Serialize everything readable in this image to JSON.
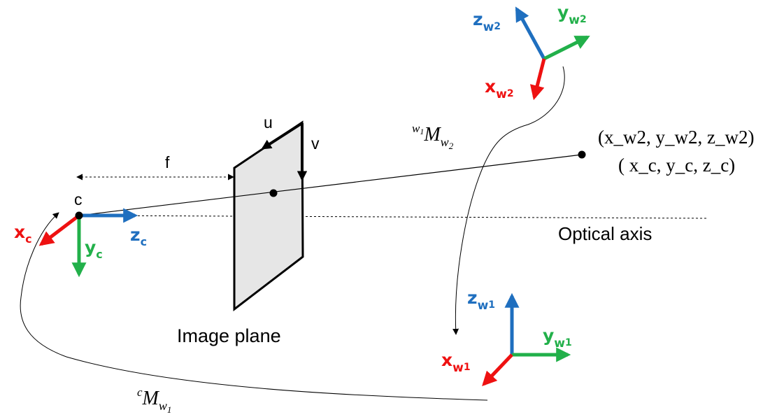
{
  "colors": {
    "x_axis": "#ee1111",
    "y_axis": "#22b04a",
    "z_axis": "#1f6fbf",
    "ink": "#000000",
    "plane_fill": "#e6e6e6"
  },
  "labels": {
    "camera_center": "c",
    "focal_length": "f",
    "image_u": "u",
    "image_v": "v",
    "image_plane": "Image plane",
    "optical_axis": "Optical axis",
    "camera_axes": {
      "x": "x",
      "y": "y",
      "z": "z",
      "sub": "c"
    },
    "world2_axes": {
      "x": "x",
      "y": "y",
      "z": "z",
      "sub": "w",
      "subsub": "2"
    },
    "world1_axes": {
      "x": "x",
      "y": "y",
      "z": "z",
      "sub": "w",
      "subsub": "1"
    },
    "transform_c_w1": {
      "sup": "c",
      "base": "M",
      "sub": "w",
      "subsub": "1"
    },
    "transform_w1_w2": {
      "sup": "w",
      "supsub": "1",
      "base": "M",
      "sub": "w",
      "subsub": "2"
    },
    "point_world": "(x_w2, y_w2, z_w2)",
    "point_camera": "( x_c, y_c, z_c)"
  }
}
